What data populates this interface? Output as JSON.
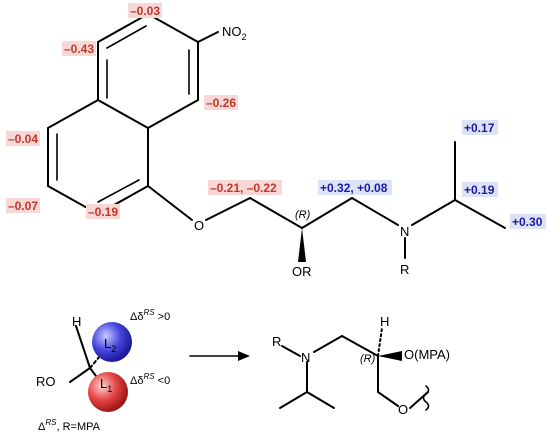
{
  "molecule": {
    "no2": "NO",
    "no2_sub": "2",
    "ether_o": "O",
    "stereo_r": "(R)",
    "or_label": "OR",
    "n_label": "N",
    "r_label": "R"
  },
  "shifts": {
    "c_top": "–0.03",
    "c_upper_left": "–0.43",
    "c_right": "–0.26",
    "c_left_mid": "–0.04",
    "c_left_low": "–0.07",
    "c_bottom": "–0.19",
    "ch2_o": "–0.21, –0.22",
    "ch2_n": "+0.32, +0.08",
    "ch3_top": "+0.17",
    "ch_iso": "+0.19",
    "ch3_right": "+0.30"
  },
  "model": {
    "h_label": "H",
    "l2": "L",
    "l2_sub": "2",
    "l1": "L",
    "l1_sub": "1",
    "ro": "RO",
    "delta_pos_prefix": "Δδ",
    "delta_pos_sup": "RS",
    "delta_pos_suffix": " >0",
    "delta_neg_prefix": "Δδ",
    "delta_neg_sup": "RS",
    "delta_neg_suffix": " <0",
    "caption_prefix": "Δ",
    "caption_sup": "RS",
    "caption_suffix": ", R=MPA"
  },
  "product": {
    "r_label": "R",
    "n_label": "N",
    "h_label": "H",
    "stereo_r": "(R)",
    "ompa": "O(MPA)",
    "o_label": "O"
  },
  "colors": {
    "negative": "#c0392b",
    "positive": "#1a1aa6",
    "sphere_blue": "#3b3bd6",
    "sphere_red": "#e03b3b"
  }
}
